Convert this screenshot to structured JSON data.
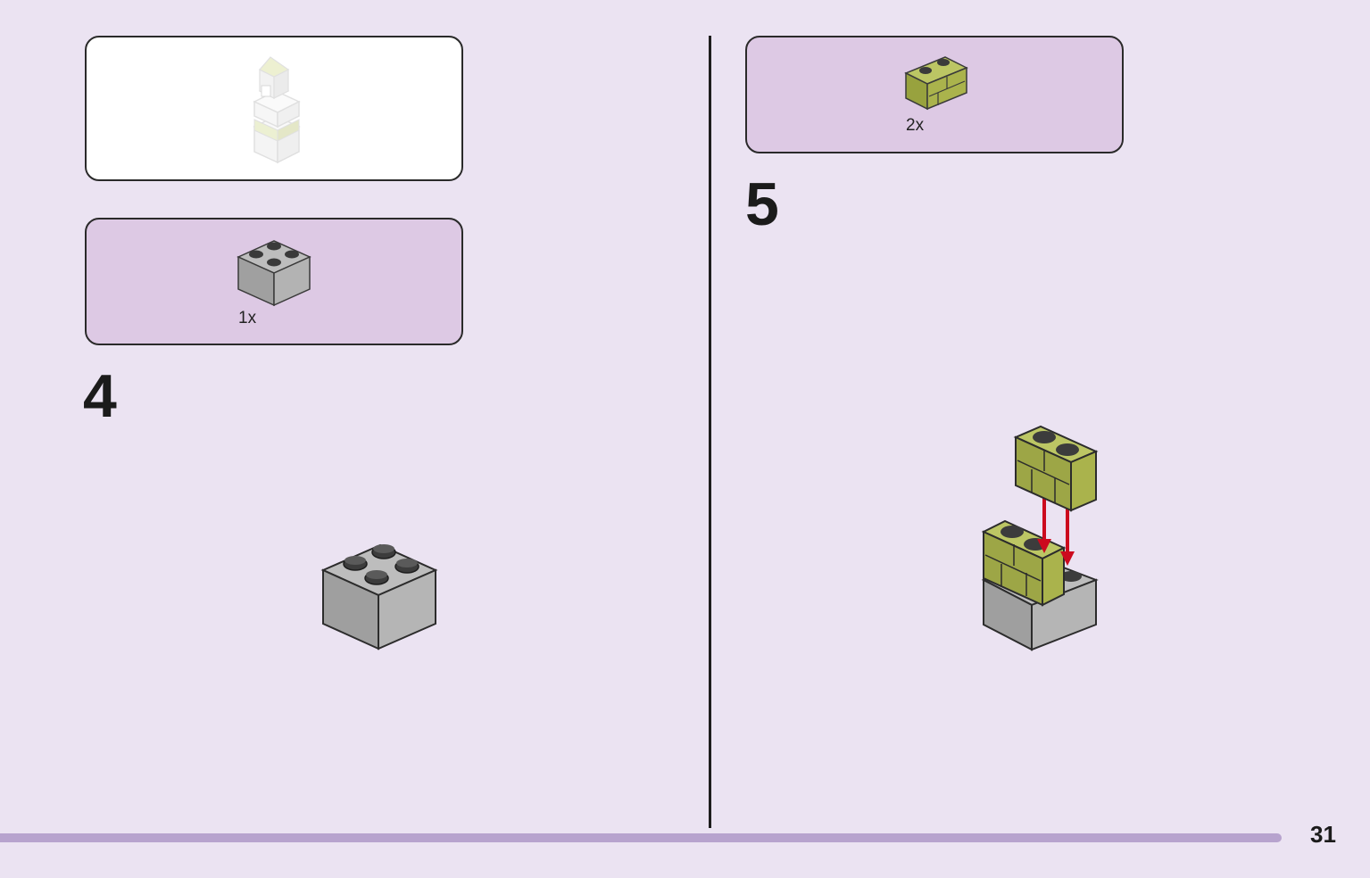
{
  "steps": [
    {
      "number": "4",
      "parts": [
        {
          "quantity": "1x",
          "part": "gray-brick-2x2-icon"
        }
      ]
    },
    {
      "number": "5",
      "parts": [
        {
          "quantity": "2x",
          "part": "green-brick-1x2-masonry-icon"
        }
      ]
    }
  ],
  "page": {
    "number": "31"
  },
  "colors": {
    "background": "#ebe3f2",
    "parts_panel": "#ddc9e4",
    "brick_gray": "#a0a0a0",
    "brick_green": "#a8b352",
    "arrow_red": "#cc0a1e",
    "progress_bar": "#b7a3ce"
  }
}
